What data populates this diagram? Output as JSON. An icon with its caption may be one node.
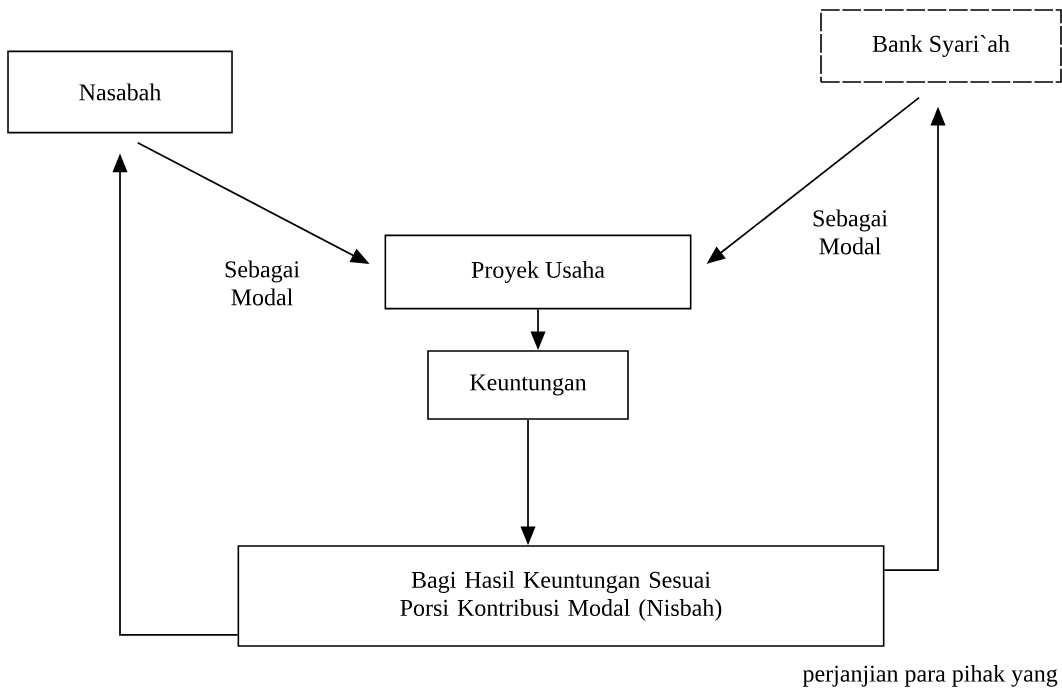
{
  "diagram": {
    "nodes": [
      {
        "text": [
          "Nasabah"
        ]
      },
      {
        "text": [
          "Bank Syari`ah"
        ]
      },
      {
        "text": [
          "Proyek Usaha"
        ]
      },
      {
        "text": [
          "Keuntungan"
        ]
      },
      {
        "text": [
          "Bagi Hasil Keuntungan Sesuai Porsi Kontribusi Modal (Nisbah)"
        ]
      }
    ],
    "edges": [
      {
        "from": 0,
        "to": 2,
        "arrow": "to",
        "label": "Sebagai Modal"
      },
      {
        "from": 1,
        "to": 2,
        "arrow": "to",
        "label": "Sebagai Modal"
      },
      {
        "from": 2,
        "to": 3,
        "arrow": "to"
      },
      {
        "from": 3,
        "to": 4,
        "arrow": "to"
      },
      {
        "from": 4,
        "to": 0,
        "arrow": "to"
      },
      {
        "from": 4,
        "to": 1,
        "arrow": "to"
      }
    ],
    "labels": [
      "perjanjian para pihak yang"
    ]
  }
}
